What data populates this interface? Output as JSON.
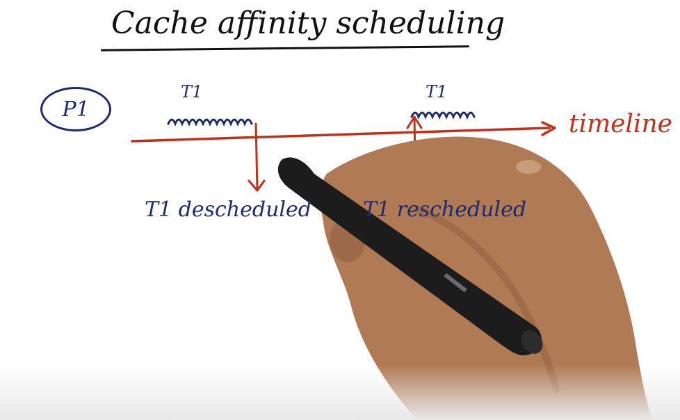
{
  "title": "Cache affinity scheduling",
  "processor_label": "P1",
  "thread_labels": [
    "T1",
    "T1"
  ],
  "events": [
    "T1 descheduled",
    "T1 rescheduled"
  ],
  "timeline_label": "timeline",
  "colors": {
    "ink_dark": "#111111",
    "ink_blue": "#1d2b6e",
    "ink_red": "#c0301a"
  }
}
